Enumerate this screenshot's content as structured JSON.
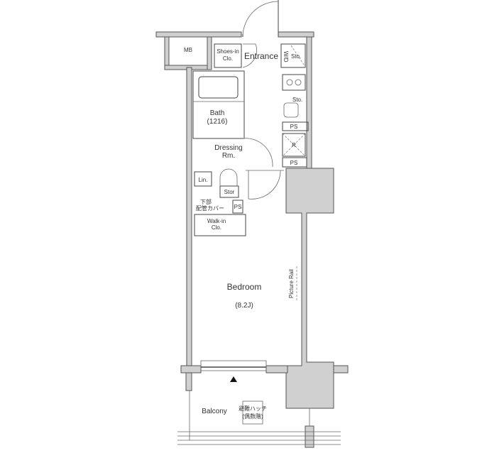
{
  "rooms": {
    "mb": "MB",
    "shoes_1": "Shoes-in",
    "shoes_2": "Clo.",
    "entrance": "Entrance",
    "wd": "W/D",
    "sto_top": "Sto.",
    "sto_kitchen": "Sto.",
    "ps_1": "PS",
    "fridge": "R",
    "ps_2": "PS",
    "bath": "Bath",
    "bath_size": "(1216)",
    "dressing_1": "Dressing",
    "dressing_2": "Rm.",
    "linen": "Lin.",
    "stor": "Stor",
    "pipe_cover_1": "下部",
    "pipe_cover_2": "配管カバー",
    "ps_3": "PS",
    "walkin_1": "Walk-in",
    "walkin_2": "Clo.",
    "bedroom": "Bedroom",
    "bedroom_size": "(8.2J)",
    "picture_rail": "Picture Rail",
    "balcony": "Balcony",
    "hatch_1": "避難ハッチ",
    "hatch_2": "(偶数階)"
  },
  "colors": {
    "wall": "#d0d0d0",
    "line": "#444444"
  }
}
